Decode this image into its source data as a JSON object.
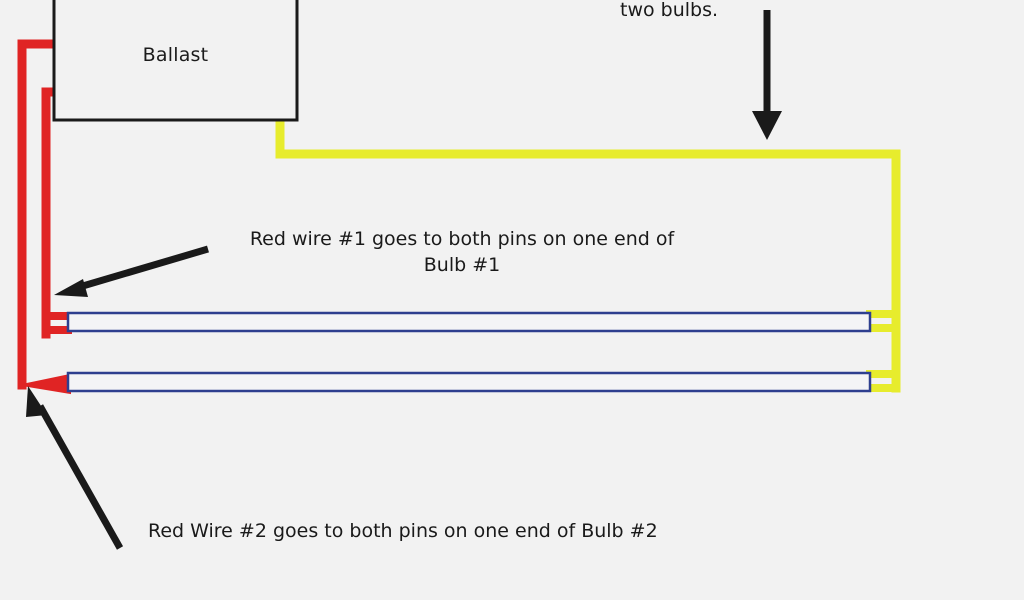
{
  "diagram": {
    "title_visible": false,
    "background_color": "#f2f2f2",
    "components": {
      "ballast": {
        "label": "Ballast",
        "border_color": "#1a1a1a",
        "fill_color": "#f2f2f2"
      },
      "bulb1": {
        "name": "Bulb #1",
        "outline_color": "#2e3f8f",
        "fill_color": "#f4f4f6"
      },
      "bulb2": {
        "name": "Bulb #2",
        "outline_color": "#2e3f8f",
        "fill_color": "#f4f4f6"
      }
    },
    "wires": {
      "red": {
        "label": "red-wire",
        "color": "#e02424",
        "count": 2
      },
      "yellow": {
        "label": "yellow-wire",
        "color": "#e7ec2d",
        "count": 1
      }
    },
    "annotations": [
      {
        "id": "note-top",
        "text": "two bulbs.",
        "arrow": "down",
        "arrow_color": "#1a1a1a"
      },
      {
        "id": "note-bulb1",
        "text": "Red wire #1 goes to both pins on one end of\nBulb #1",
        "arrow": "down-left",
        "arrow_color": "#1a1a1a"
      },
      {
        "id": "note-bulb2",
        "text": "Red Wire #2 goes to both pins on one end of Bulb #2",
        "arrow": "up-left",
        "arrow_color": "#1a1a1a"
      }
    ]
  }
}
